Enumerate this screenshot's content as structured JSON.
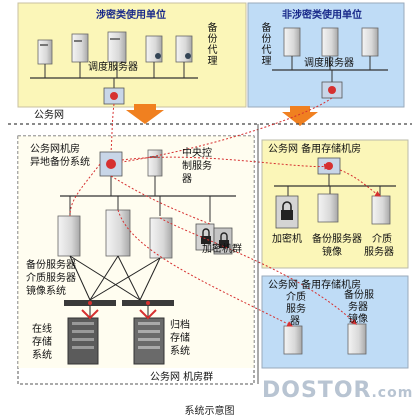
{
  "top_left": {
    "title": "涉密类使用单位",
    "side": "备份代理",
    "server": "调度服务器"
  },
  "top_right": {
    "title": "非涉密类使用单位",
    "side": "备份代理",
    "server": "调度服务器"
  },
  "network_label": "公务网",
  "bottom_left": {
    "title_line1": "公务网机房",
    "title_line2": "异地备份系统",
    "central_server": [
      "中央控",
      "制服务",
      "器"
    ],
    "cluster": "加密机群",
    "backup_label": [
      "备份服务器",
      "介质服务器",
      "镜像系统"
    ],
    "online": [
      "在线",
      "存储",
      "系统"
    ],
    "archive": [
      "归档",
      "存储",
      "系统"
    ],
    "group": "公务网 机房群"
  },
  "mid_right": {
    "title": "公务网  备用存储机房",
    "enc": "加密机",
    "backup": [
      "备份服务器",
      "镜像"
    ],
    "media": [
      "介质",
      "服务器"
    ]
  },
  "low_right": {
    "title": "公务网  备用存储机房",
    "media": [
      "介质",
      "服务",
      "器"
    ],
    "backup": [
      "备份服",
      "务器",
      "镜像"
    ]
  },
  "caption": "系统示意图",
  "brand": {
    "main": "DOSTOR",
    "suffix": ".com"
  }
}
